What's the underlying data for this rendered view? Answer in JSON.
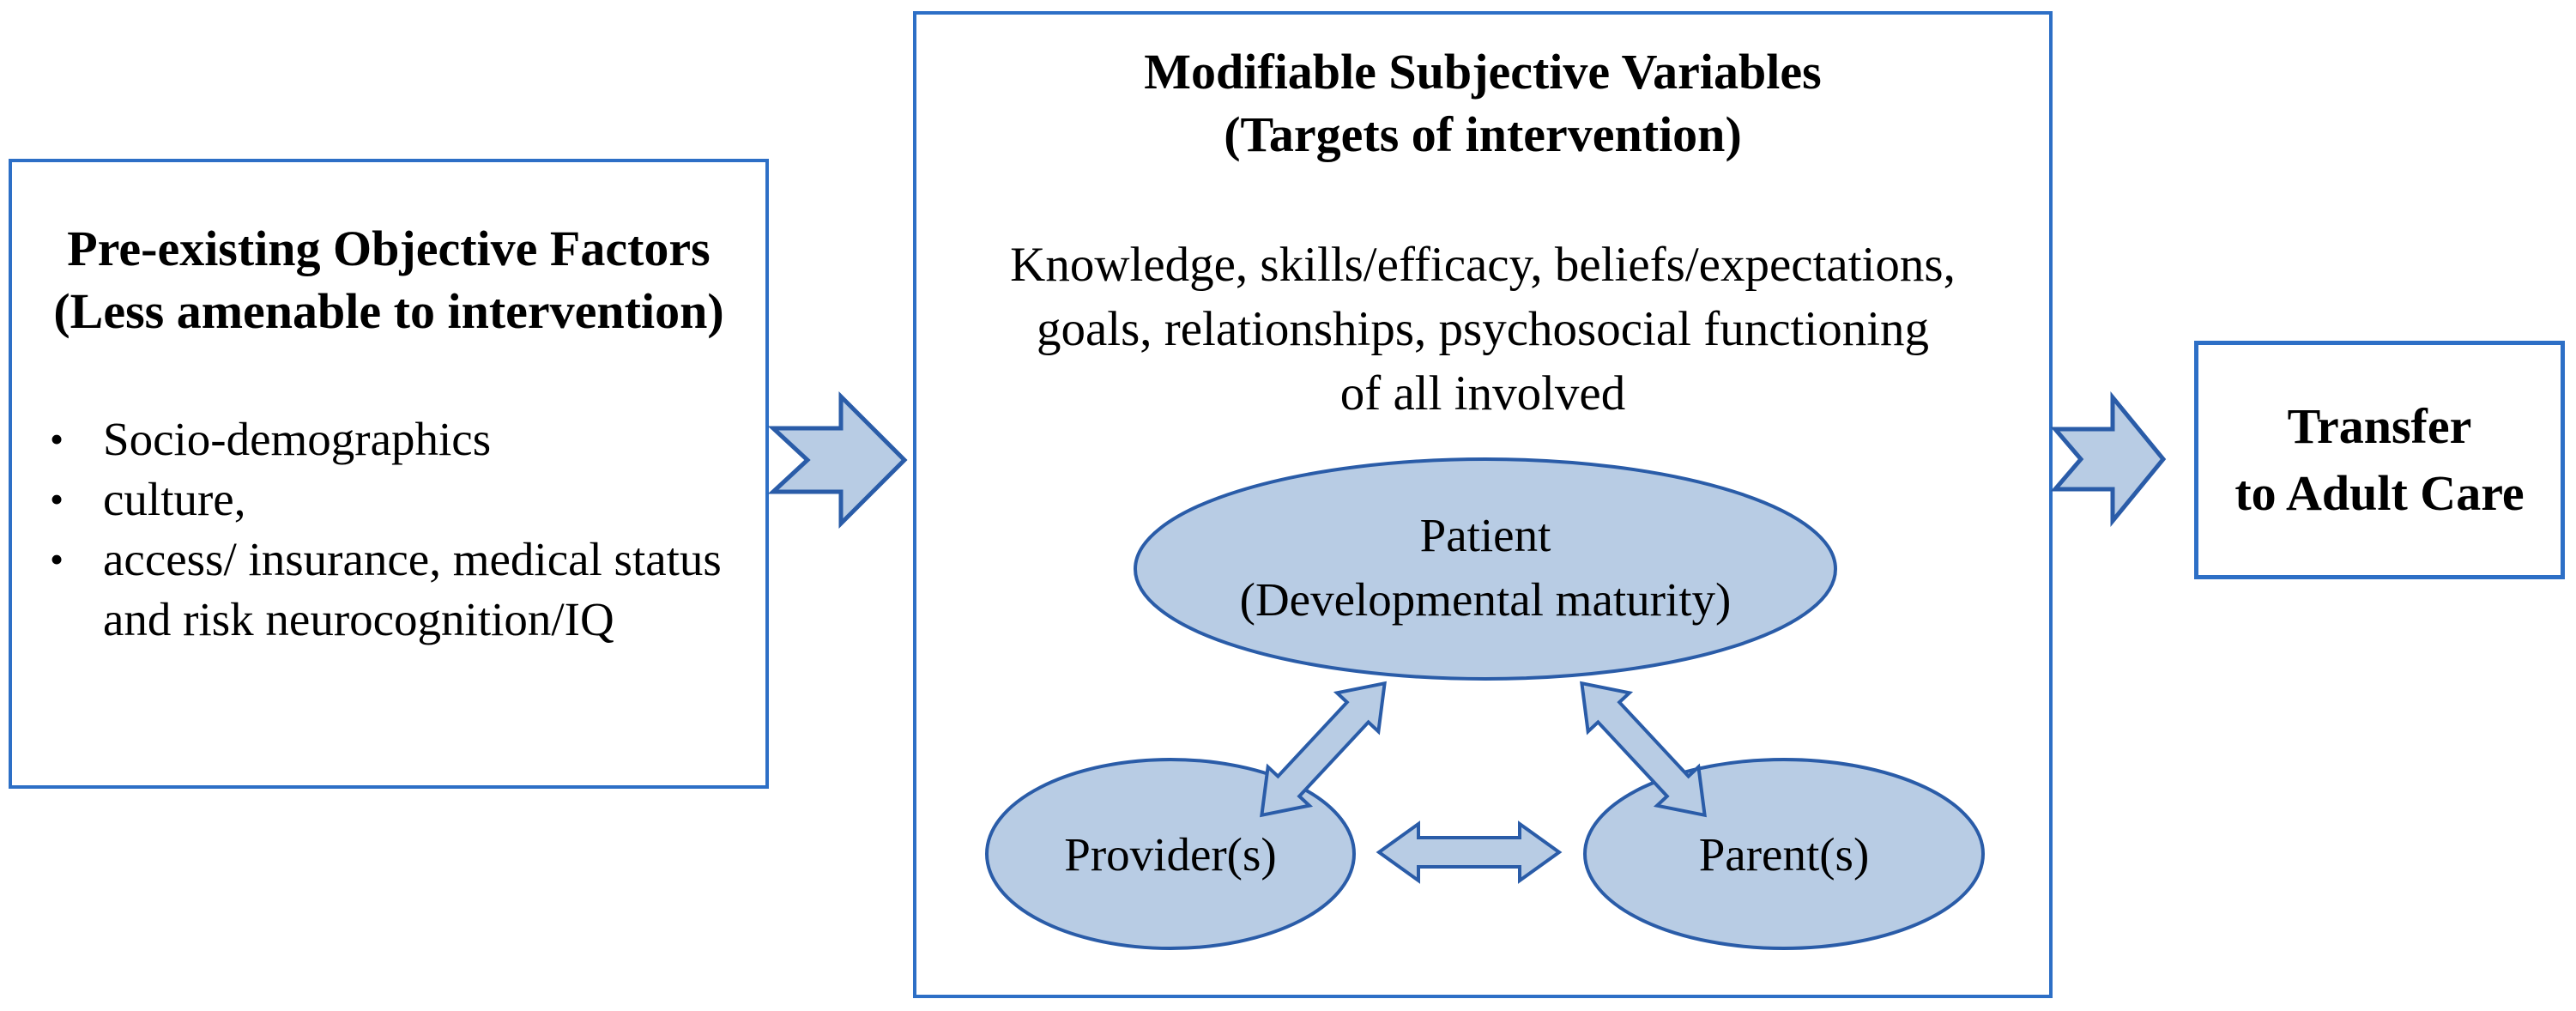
{
  "colors": {
    "box_border_blue": "#2d6fc6",
    "shape_stroke_blue": "#2a5ca8",
    "shape_fill_light_blue": "#b8cce4",
    "text_color": "#000000",
    "background": "#ffffff"
  },
  "left_box": {
    "title_line1": "Pre-existing Objective Factors",
    "title_line2": "(Less amenable to intervention)",
    "bullets": [
      "Socio-demographics",
      "culture,",
      "access/ insurance, medical status and risk neurocognition/IQ"
    ]
  },
  "middle_box": {
    "title_line1": "Modifiable Subjective Variables",
    "title_line2": "(Targets of intervention)",
    "description_lines": [
      "Knowledge, skills/efficacy, beliefs/expectations,",
      "goals, relationships, psychosocial functioning",
      "of all involved"
    ],
    "patient_label_line1": "Patient",
    "patient_label_line2": "(Developmental maturity)",
    "provider_label": "Provider(s)",
    "parent_label": "Parent(s)"
  },
  "right_box": {
    "title_line1": "Transfer",
    "title_line2": "to Adult Care"
  }
}
